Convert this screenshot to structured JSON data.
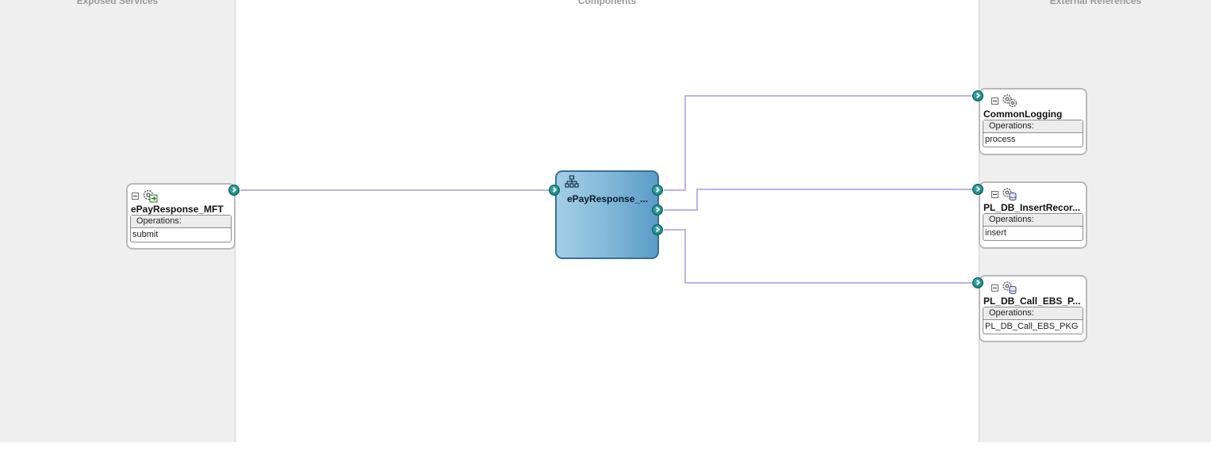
{
  "lanes": {
    "exposed_services": "Exposed Services",
    "components": "Components",
    "external_references": "External References"
  },
  "exposed_service": {
    "name": "ePayResponse_MFT",
    "icon": "service-gear-icon",
    "operations_label": "Operations:",
    "operations": [
      "submit"
    ]
  },
  "component": {
    "name": "ePayResponse_...",
    "icon": "mediator-icon"
  },
  "references": [
    {
      "name": "CommonLogging",
      "icon": "gear-reference-icon",
      "operations_label": "Operations:",
      "operations": [
        "process"
      ]
    },
    {
      "name": "PL_DB_InsertRecor...",
      "icon": "database-adapter-icon",
      "operations_label": "Operations:",
      "operations": [
        "insert"
      ]
    },
    {
      "name": "PL_DB_Call_EBS_P...",
      "icon": "database-adapter-icon",
      "operations_label": "Operations:",
      "operations": [
        "PL_DB_Call_EBS_PKG"
      ]
    }
  ],
  "colors": {
    "wire": "#b9b5e6",
    "port": "#138a86",
    "component_dark": "#3a6f98",
    "lane_bg": "#efefef"
  }
}
